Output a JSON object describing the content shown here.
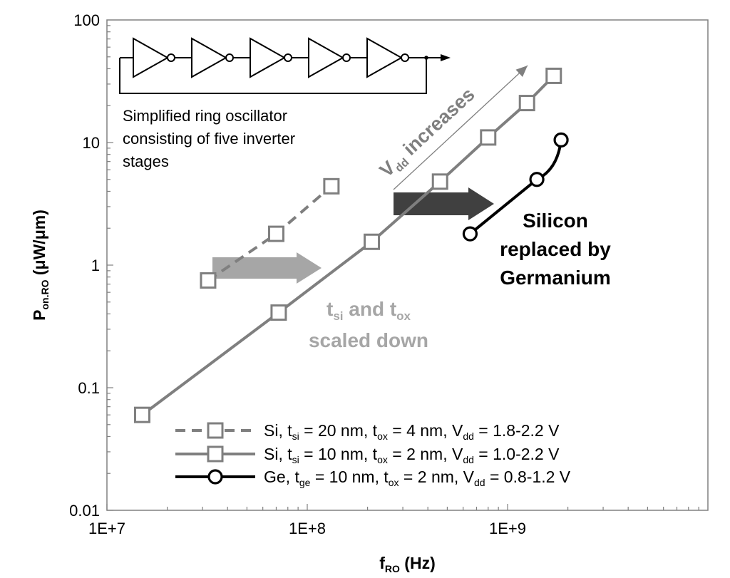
{
  "chart_data": {
    "type": "line",
    "title": "",
    "xlabel": {
      "main": "f",
      "sub": "RO",
      "unit": " (Hz)"
    },
    "ylabel": {
      "main": "P",
      "sub": "on.RO",
      "unit": " (μW/μm)"
    },
    "x_scale": "log",
    "y_scale": "log",
    "xlim": [
      10000000,
      10000000000
    ],
    "ylim": [
      0.01,
      100
    ],
    "x_tick_labels": [
      {
        "value": 10000000,
        "label": "1E+7"
      },
      {
        "value": 100000000,
        "label": "1E+8"
      },
      {
        "value": 1000000000,
        "label": "1E+9"
      }
    ],
    "y_tick_labels": [
      {
        "value": 0.01,
        "label": "0.01"
      },
      {
        "value": 0.1,
        "label": "0.1"
      },
      {
        "value": 1,
        "label": "1"
      },
      {
        "value": 10,
        "label": "10"
      },
      {
        "value": 100,
        "label": "100"
      }
    ],
    "grid": false,
    "legend_position": "bottom-right",
    "series": [
      {
        "key": "si20",
        "legend_parts": [
          {
            "t": "Si,    t"
          },
          {
            "t": "si",
            "sub": true
          },
          {
            "t": " = 20 nm, t"
          },
          {
            "t": "ox",
            "sub": true
          },
          {
            "t": " = 4 nm, V"
          },
          {
            "t": "dd",
            "sub": true
          },
          {
            "t": " = 1.8-2.2 V"
          }
        ],
        "color": "#7f7f7f",
        "line_style": "dashed",
        "marker": "square",
        "points": [
          {
            "x": 32000000,
            "y": 0.75
          },
          {
            "x": 70000000,
            "y": 1.8
          },
          {
            "x": 132000000,
            "y": 4.4
          }
        ]
      },
      {
        "key": "si10",
        "legend_parts": [
          {
            "t": "Si,    t"
          },
          {
            "t": "si",
            "sub": true
          },
          {
            "t": " = 10 nm, t"
          },
          {
            "t": "ox",
            "sub": true
          },
          {
            "t": " = 2 nm, V"
          },
          {
            "t": "dd",
            "sub": true
          },
          {
            "t": " = 1.0-2.2 V"
          }
        ],
        "color": "#7f7f7f",
        "line_style": "solid",
        "marker": "square",
        "points": [
          {
            "x": 15000000,
            "y": 0.06
          },
          {
            "x": 72000000,
            "y": 0.41
          },
          {
            "x": 210000000,
            "y": 1.55
          },
          {
            "x": 460000000,
            "y": 4.8
          },
          {
            "x": 800000000,
            "y": 11
          },
          {
            "x": 1250000000,
            "y": 21
          },
          {
            "x": 1700000000,
            "y": 35
          }
        ]
      },
      {
        "key": "ge10",
        "legend_parts": [
          {
            "t": "Ge, t"
          },
          {
            "t": "ge",
            "sub": true
          },
          {
            "t": " = 10 nm, t"
          },
          {
            "t": "ox",
            "sub": true
          },
          {
            "t": " = 2 nm, V"
          },
          {
            "t": "dd",
            "sub": true
          },
          {
            "t": " = 0.8-1.2 V"
          }
        ],
        "color": "#000000",
        "line_style": "solid",
        "marker": "circle",
        "points": [
          {
            "x": 650000000,
            "y": 1.8
          },
          {
            "x": 1400000000,
            "y": 5.0
          },
          {
            "x": 1850000000,
            "y": 10.5
          }
        ]
      }
    ],
    "annotations": {
      "inset_caption": [
        "Simplified ring oscillator",
        "consisting of five inverter",
        "stages"
      ],
      "vdd_parts": [
        {
          "t": "V"
        },
        {
          "t": "dd",
          "sub": true
        },
        {
          "t": " increases"
        }
      ],
      "scaling_lines": [
        [
          {
            "t": "t"
          },
          {
            "t": "si",
            "sub": true
          },
          {
            "t": " and t"
          },
          {
            "t": "ox",
            "sub": true
          }
        ],
        [
          {
            "t": "scaled down"
          }
        ]
      ],
      "germanium_lines": [
        "Silicon",
        "replaced by",
        "Germanium"
      ],
      "inverter_count": 5
    },
    "colors": {
      "gray": "#7f7f7f",
      "light_arrow": "#a6a6a6",
      "dark_arrow": "#404040",
      "black": "#000000"
    }
  }
}
